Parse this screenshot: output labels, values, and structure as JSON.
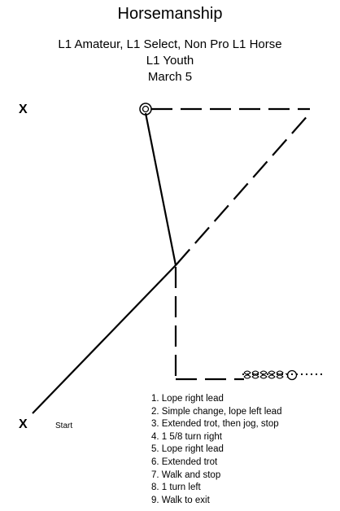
{
  "header": {
    "title": "Horsemanship",
    "classes": "L1 Amateur, L1 Select, Non Pro L1 Horse",
    "youth": "L1 Youth",
    "date": "March 5"
  },
  "markers": {
    "top": "X",
    "bottom": "X",
    "start": "Start"
  },
  "steps": [
    "1. Lope right lead",
    "2. Simple change, lope left lead",
    "3. Extended trot, then jog, stop",
    "4. 1 5/8 turn right",
    "5. Lope right lead",
    "6. Extended trot",
    "7. Walk and stop",
    "8. 1 turn left",
    "9. Walk to exit"
  ]
}
